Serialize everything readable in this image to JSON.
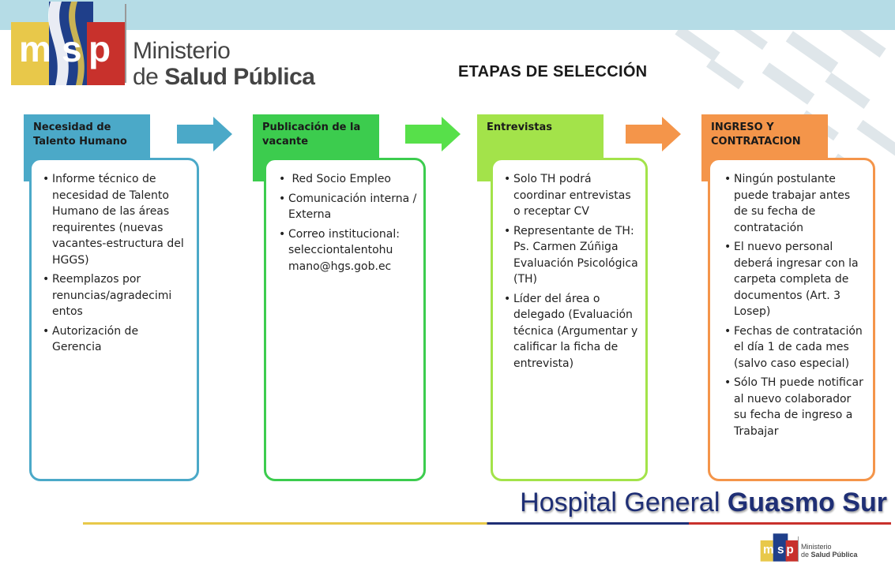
{
  "header": {
    "logo_letters": "msp",
    "ministry_line1": "Ministerio",
    "ministry_line2_prefix": "de ",
    "ministry_line2_bold": "Salud Pública"
  },
  "title": "ETAPAS DE SELECCIÓN",
  "stages": [
    {
      "title": "Necesidad de Talento Humano",
      "color": "#4ba9c8",
      "items": [
        "Informe técnico de necesidad de Talento Humano de las áreas requirentes (nuevas vacantes-estructura del HGGS)",
        "Reemplazos por renuncias/agradecimi entos",
        "Autorización de Gerencia"
      ]
    },
    {
      "title": "Publicación de la vacante",
      "color": "#3ccc4e",
      "items": [
        " Red Socio Empleo",
        "Comunicación interna / Externa",
        "Correo institucional: selecciontalentohu mano@hgs.gob.ec"
      ]
    },
    {
      "title": "Entrevistas",
      "color": "#a3e34a",
      "items": [
        "Solo TH podrá coordinar entrevistas o receptar CV",
        "Representante de TH: Ps. Carmen Zúñiga Evaluación Psicológica (TH)",
        "Líder del área o delegado (Evaluación técnica (Argumentar y calificar la ficha de entrevista)"
      ]
    },
    {
      "title": "INGRESO Y CONTRATACION",
      "color": "#f4954a",
      "items": [
        "Ningún postulante puede trabajar antes de su fecha de contratación",
        "El nuevo personal deberá ingresar con la carpeta completa de documentos (Art. 3 Losep)",
        "Fechas de contratación el día 1 de cada mes (salvo caso especial)",
        "Sólo TH puede notificar al nuevo colaborador su fecha de ingreso a Trabajar"
      ]
    }
  ],
  "arrows": [
    {
      "color": "#4ba9c8"
    },
    {
      "color": "#57e04a"
    },
    {
      "color": "#f4954a"
    }
  ],
  "footer": {
    "hospital_prefix": "Hospital General ",
    "hospital_bold": "Guasmo Sur",
    "mini_line1": "Ministerio",
    "mini_line2_prefix": "de ",
    "mini_line2_bold": "Salud Pública"
  },
  "colors": {
    "topbar": "#b5dce6",
    "logo_yellow": "#e8c84a",
    "logo_blue": "#1f3f8a",
    "logo_red": "#c8312c"
  }
}
